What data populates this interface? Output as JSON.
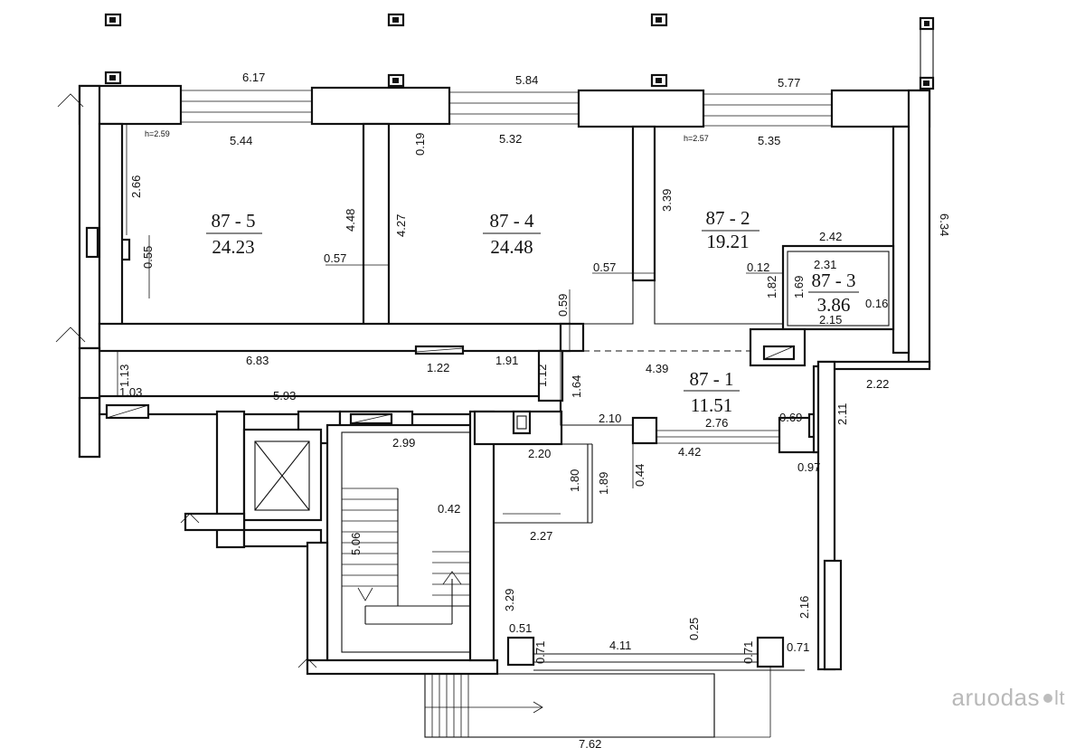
{
  "plan": {
    "rooms": [
      {
        "id": "87 - 5",
        "area": "24.23"
      },
      {
        "id": "87 - 4",
        "area": "24.48"
      },
      {
        "id": "87 - 2",
        "area": "19.21"
      },
      {
        "id": "87 - 3",
        "area": "3.86"
      },
      {
        "id": "87 - 1",
        "area": "11.51"
      }
    ],
    "heights": [
      "h=2.59",
      "h=2.57"
    ],
    "dimensions": {
      "facade": [
        "6.17",
        "5.84",
        "5.77"
      ],
      "room5": [
        "5.44",
        "2.66",
        "4.48",
        "0.55",
        "0.57"
      ],
      "room4": [
        "0.19",
        "5.32",
        "4.27",
        "0.57",
        "0.59"
      ],
      "room2": [
        "5.35",
        "3.39",
        "2.42",
        "6.34",
        "0.12",
        "1.82"
      ],
      "room3": [
        "2.31",
        "1.69",
        "0.16",
        "2.15"
      ],
      "corridor": [
        "6.83",
        "1.22",
        "1.91",
        "1.12",
        "1.64",
        "1.13",
        "1.03",
        "4.39"
      ],
      "lower": [
        "5.93",
        "2.22",
        "2.10",
        "2.76",
        "0.69",
        "2.11",
        "2.99",
        "2.20",
        "0.44",
        "4.42",
        "0.97",
        "1.80",
        "1.89",
        "0.42",
        "2.27",
        "5.06",
        "3.29",
        "2.16",
        "0.25",
        "0.51",
        "0.71",
        "4.11",
        "0.71",
        "0.71",
        "7.62"
      ]
    }
  },
  "watermark": {
    "brand": "aruodas",
    "tld": "lt"
  }
}
